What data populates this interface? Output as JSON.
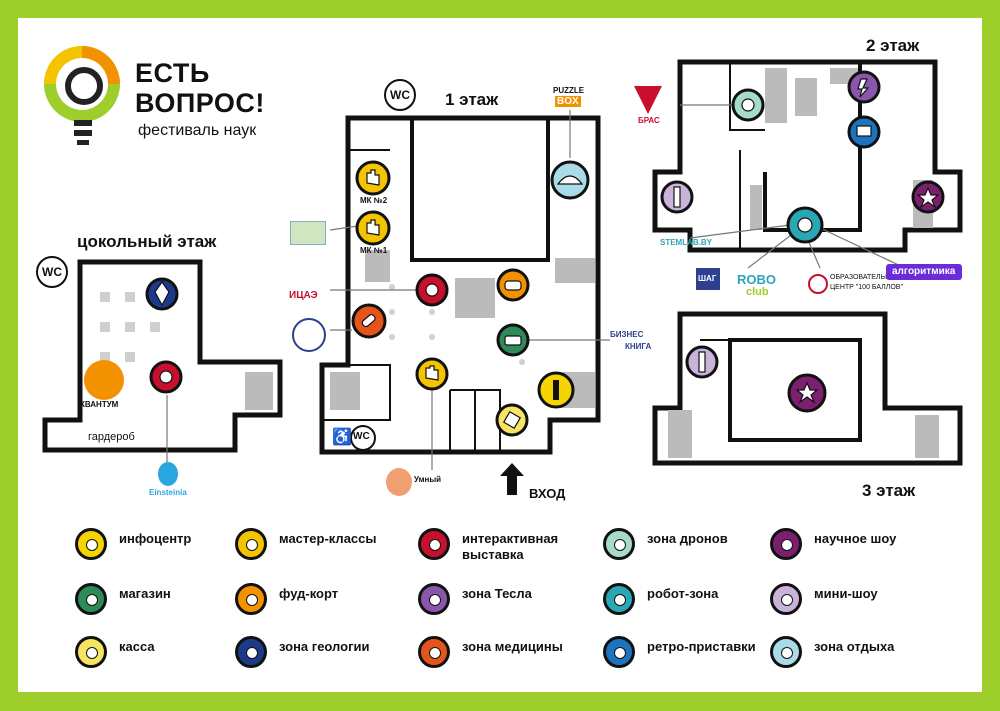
{
  "festival": {
    "title_line1": "ЕСТЬ",
    "title_line2": "ВОПРОС!",
    "subtitle": "фестиваль наук"
  },
  "floors": {
    "basement": "цокольный этаж",
    "first": "1 этаж",
    "second": "2 этаж",
    "third": "3 этаж"
  },
  "labels": {
    "wc": "WC",
    "wardrobe": "гардероб",
    "entrance": "ВХОД",
    "mk2": "МК №2",
    "mk1": "МК №1"
  },
  "partners": {
    "puzzle_top": "PUZZLE",
    "puzzle_bottom": "BOX",
    "icae": "ИЦАЭ",
    "biznes": "БИЗНЕС",
    "kniga": "КНИГА",
    "kvantum": "КВАНТУМ",
    "einsteinia": "Einsteinia",
    "umny": "Умный",
    "stemlab": "STEMLAB.BY",
    "shag": "ШАГ",
    "robo": "ROBO",
    "club": "club",
    "center_line1": "ОБРАЗОВАТЕЛЬНЫЙ",
    "center_line2": "ЦЕНТР \"100 БАЛЛОВ\"",
    "algoritmika": "алгоритмика",
    "bras": "БРАС"
  },
  "legend": [
    {
      "key": "infocenter",
      "label": "инфоцентр",
      "color": "#f5d400"
    },
    {
      "key": "masterclass",
      "label": "мастер-классы",
      "color": "#f5c400"
    },
    {
      "key": "interactive",
      "label": "интерактивная выставка",
      "color": "#c8102e"
    },
    {
      "key": "drones",
      "label": "зона дронов",
      "color": "#a6dbc8"
    },
    {
      "key": "show",
      "label": "научное шоу",
      "color": "#7b1f6e"
    },
    {
      "key": "shop",
      "label": "магазин",
      "color": "#2e8b57"
    },
    {
      "key": "food",
      "label": "фуд-корт",
      "color": "#f39200"
    },
    {
      "key": "tesla",
      "label": "зона Тесла",
      "color": "#8a56ac"
    },
    {
      "key": "robots",
      "label": "робот-зона",
      "color": "#2aa7b5"
    },
    {
      "key": "minishow",
      "label": "мини-шоу",
      "color": "#c9b3da"
    },
    {
      "key": "cashier",
      "label": "касса",
      "color": "#f7e463"
    },
    {
      "key": "geology",
      "label": "зона геологии",
      "color": "#1d3a8a"
    },
    {
      "key": "medicine",
      "label": "зона медицины",
      "color": "#e5541b"
    },
    {
      "key": "retro",
      "label": "ретро-приставки",
      "color": "#1e73be"
    },
    {
      "key": "rest",
      "label": "зона отдыха",
      "color": "#a9dbe8"
    }
  ]
}
